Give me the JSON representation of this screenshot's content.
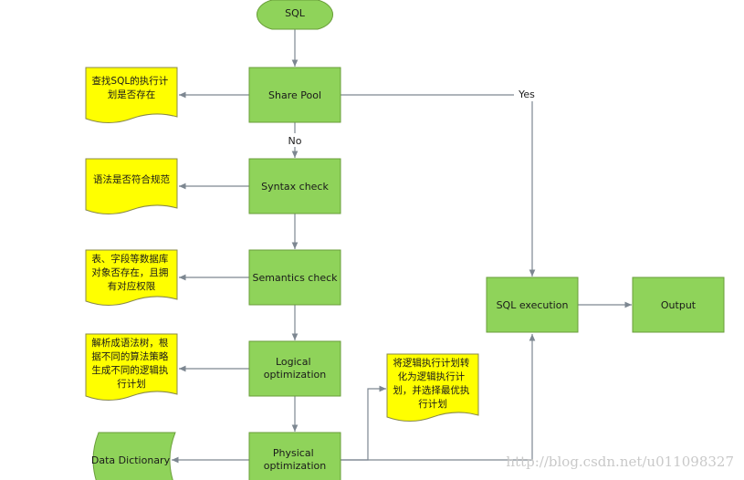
{
  "colors": {
    "process_fill": "#8fd35a",
    "process_stroke": "#6a9e3a",
    "note_fill": "#ffff00",
    "note_stroke": "#8a8a4a",
    "connector": "#7d8791"
  },
  "nodes": {
    "sql": "SQL",
    "share_pool": "Share Pool",
    "syntax_check": "Syntax check",
    "semantics_check": "Semantics check",
    "logical_opt": [
      "Logical",
      "optimization"
    ],
    "physical_opt": [
      "Physical",
      "optimization"
    ],
    "sql_execution": "SQL execution",
    "output": "Output",
    "data_dictionary": "Data Dictionary"
  },
  "notes": {
    "note_share_pool": [
      "查找SQL的执行计",
      "划是否存在"
    ],
    "note_syntax": [
      "语法是否符合规范"
    ],
    "note_semantics": [
      "表、字段等数据库",
      "对象否存在，且拥",
      "有对应权限"
    ],
    "note_logical": [
      "解析成语法树，根",
      "据不同的算法策略",
      "生成不同的逻辑执",
      "行计划"
    ],
    "note_physical": [
      "将逻辑执行计划转",
      "化为逻辑执行计",
      "划，并选择最优执",
      "行计划"
    ]
  },
  "edge_labels": {
    "yes": "Yes",
    "no": "No"
  },
  "watermark": "http://blog.csdn.net/u011098327"
}
